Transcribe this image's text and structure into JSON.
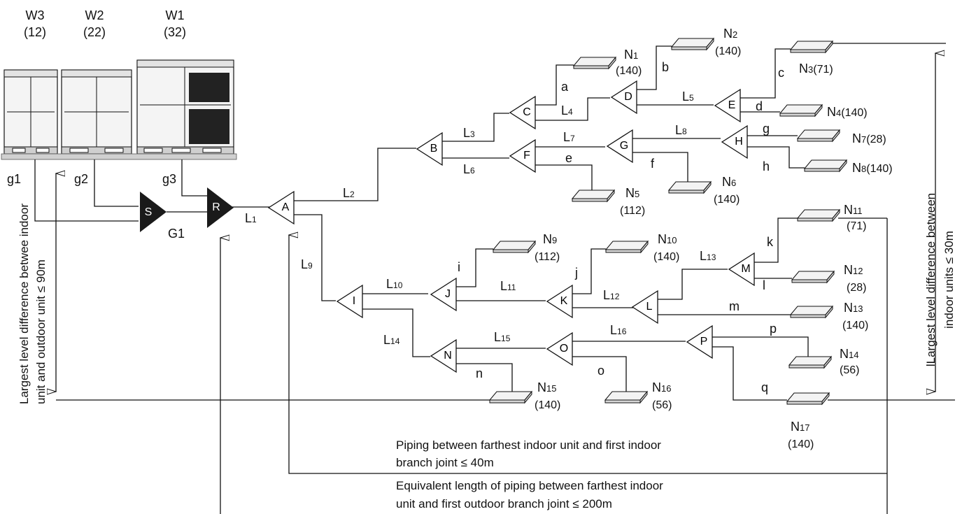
{
  "outdoor_units": [
    {
      "name": "W3",
      "capacity": "(12)"
    },
    {
      "name": "W2",
      "capacity": "(22)"
    },
    {
      "name": "W1",
      "capacity": "(32)"
    }
  ],
  "outdoor_pipes": {
    "g1": "g1",
    "g2": "g2",
    "g3": "g3",
    "G1": "G1"
  },
  "outdoor_joints": {
    "S": "S",
    "R": "R"
  },
  "indoor_joints": [
    "A",
    "B",
    "C",
    "D",
    "E",
    "F",
    "G",
    "H",
    "I",
    "J",
    "K",
    "L",
    "M",
    "N",
    "O",
    "P"
  ],
  "main_pipes": {
    "L1": "L",
    "L2": "L",
    "L3": "L",
    "L4": "L",
    "L5": "L",
    "L6": "L",
    "L7": "L",
    "L8": "L",
    "L9": "L",
    "L10": "L",
    "L11": "L",
    "L12": "L",
    "L13": "L",
    "L14": "L",
    "L15": "L",
    "L16": "L"
  },
  "main_pipe_subs": {
    "L1": "1",
    "L2": "2",
    "L3": "3",
    "L4": "4",
    "L5": "5",
    "L6": "6",
    "L7": "7",
    "L8": "8",
    "L9": "9",
    "L10": "10",
    "L11": "11",
    "L12": "12",
    "L13": "13",
    "L14": "14",
    "L15": "15",
    "L16": "16"
  },
  "branch_pipes": [
    "a",
    "b",
    "c",
    "d",
    "e",
    "f",
    "g",
    "h",
    "i",
    "j",
    "k",
    "l",
    "m",
    "n",
    "o",
    "p",
    "q"
  ],
  "indoor_units": {
    "N1": {
      "name": "N",
      "sub": "1",
      "cap": "(140)"
    },
    "N2": {
      "name": "N",
      "sub": "2",
      "cap": "(140)"
    },
    "N3": {
      "name": "N",
      "sub": "3",
      "cap": "(71)"
    },
    "N4": {
      "name": "N",
      "sub": "4",
      "cap": "(140)"
    },
    "N5": {
      "name": "N",
      "sub": "5",
      "cap": "(112)"
    },
    "N6": {
      "name": "N",
      "sub": "6",
      "cap": "(140)"
    },
    "N7": {
      "name": "N",
      "sub": "7",
      "cap": "(28)"
    },
    "N8": {
      "name": "N",
      "sub": "8",
      "cap": "(140)"
    },
    "N9": {
      "name": "N",
      "sub": "9",
      "cap": "(112)"
    },
    "N10": {
      "name": "N",
      "sub": "10",
      "cap": "(140)"
    },
    "N11": {
      "name": "N",
      "sub": "11",
      "cap": "(71)"
    },
    "N12": {
      "name": "N",
      "sub": "12",
      "cap": "(28)"
    },
    "N13": {
      "name": "N",
      "sub": "13",
      "cap": "(140)"
    },
    "N14": {
      "name": "N",
      "sub": "14",
      "cap": "(56)"
    },
    "N15": {
      "name": "N",
      "sub": "15",
      "cap": "(140)"
    },
    "N16": {
      "name": "N",
      "sub": "16",
      "cap": "(56)"
    },
    "N17": {
      "name": "N",
      "sub": "17",
      "cap": "(140)"
    }
  },
  "notes": {
    "left_line1": "Largest level difference betwee indoor",
    "left_line2": "unit and outdoor unit ≤ 90m",
    "right_line1": "lLargest level difference between",
    "right_line2": "indoor units ≤ 30m",
    "bottom1_line1": "Piping between farthest indoor unit and first indoor",
    "bottom1_line2": "branch joint ≤ 40m",
    "bottom2_line1": "Equivalent length of piping between farthest indoor",
    "bottom2_line2": "unit and first outdoor branch joint ≤ 200m"
  },
  "colors": {
    "line": "#111111",
    "outdoor_joint_fill": "#1a1a1a",
    "unit_fill": "#f3f3f3"
  }
}
